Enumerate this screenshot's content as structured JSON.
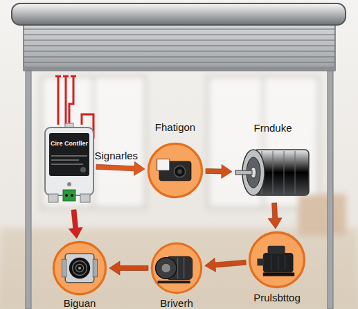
{
  "diagram": {
    "nodes": [
      {
        "text": [
          "Cire Contller"
        ]
      },
      {
        "text": [
          "Fhatigon"
        ]
      },
      {
        "text": [
          "Frnduke"
        ]
      },
      {
        "text": [
          "Prulsbttog"
        ]
      },
      {
        "text": [
          "Briverh"
        ]
      },
      {
        "text": [
          "Biguan"
        ]
      }
    ],
    "edges": [
      {
        "from": 0,
        "to": 1,
        "label": "Signarles",
        "arrow": "to"
      },
      {
        "from": 1,
        "to": 2,
        "arrow": "to"
      },
      {
        "from": 2,
        "to": 3,
        "arrow": "to"
      },
      {
        "from": 3,
        "to": 4,
        "arrow": "to"
      },
      {
        "from": 4,
        "to": 5,
        "arrow": "to"
      },
      {
        "from": 0,
        "to": 5,
        "arrow": "to"
      }
    ]
  }
}
